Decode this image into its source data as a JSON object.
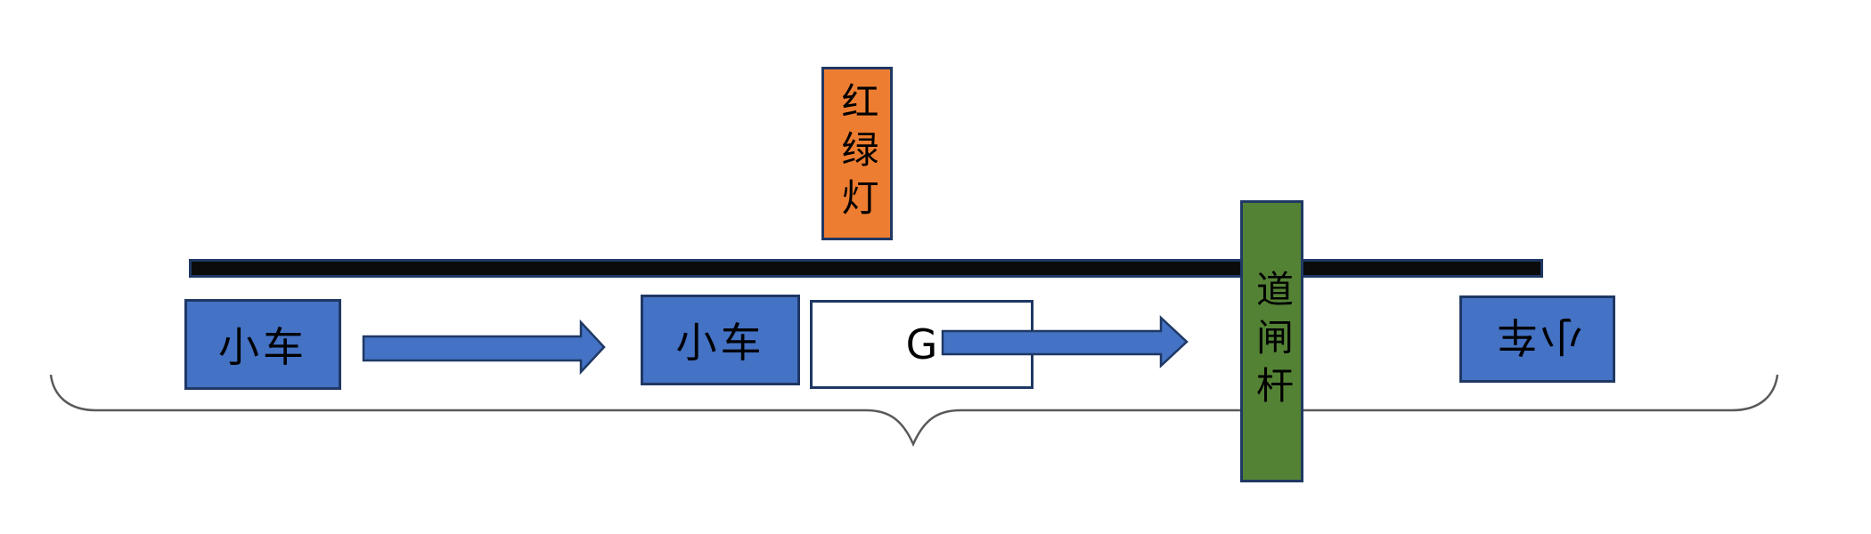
{
  "diagram": {
    "description": "schematic of cars on a road approaching a traffic light and barrier gate, with an underbrace spanning the scene",
    "nodes": {
      "traffic_light": {
        "label": "红绿灯",
        "fill": "#ED7D31",
        "text_orientation": "vertical"
      },
      "car_left": {
        "label": "小车",
        "fill": "#4472C4"
      },
      "car_middle": {
        "label": "小车",
        "fill": "#4472C4"
      },
      "gain_block": {
        "label": "G",
        "fill": "#FFFFFF"
      },
      "barrier_gate": {
        "label": "道闸杆",
        "fill": "#548235",
        "text_orientation": "vertical"
      },
      "car_right": {
        "label": "小车",
        "fill": "#4472C4",
        "rotation_deg": 180
      }
    },
    "connectors": {
      "arrow_left_to_middle": {
        "type": "block-arrow",
        "direction": "right",
        "fill": "#4472C4"
      },
      "arrow_g_to_gate": {
        "type": "block-arrow",
        "direction": "right",
        "fill": "#4472C4"
      }
    },
    "road": {
      "fill": "#0B0B0B",
      "border": "#1F3864"
    },
    "underbrace": {
      "stroke": "#595959"
    },
    "colors": {
      "box_border": "#1F3864",
      "car_fill": "#4472C4",
      "traffic_light_fill": "#ED7D31",
      "barrier_gate_fill": "#548235",
      "road_fill": "#0B0B0B",
      "brace_stroke": "#595959",
      "text": "#000000",
      "background": "#FFFFFF"
    }
  }
}
